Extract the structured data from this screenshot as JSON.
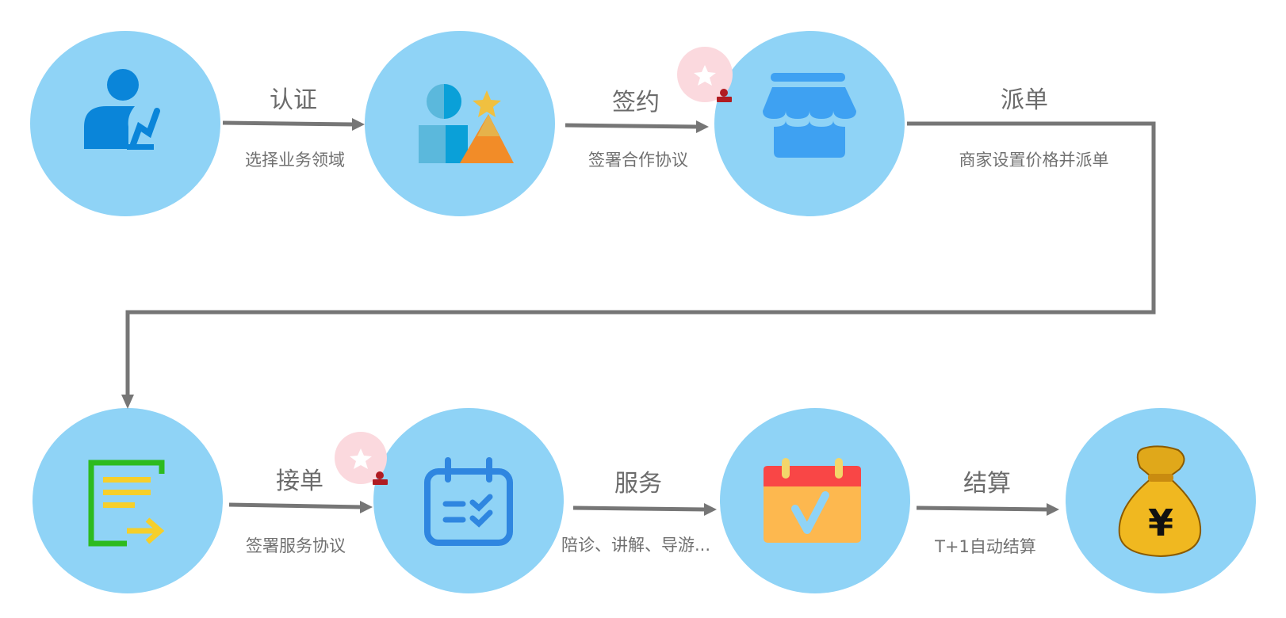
{
  "colors": {
    "circle": "#8fd3f6",
    "arrow": "#767676",
    "text": "#6b6b6b",
    "badge": "#fbd9de",
    "stamp": "#b01c22"
  },
  "steps": [
    {
      "icon": "user-certify-icon"
    },
    {
      "icon": "business-domain-icon"
    },
    {
      "icon": "store-icon"
    },
    {
      "icon": "order-list-icon"
    },
    {
      "icon": "calendar-task-icon"
    },
    {
      "icon": "calendar-check-icon"
    },
    {
      "icon": "money-bag-icon"
    }
  ],
  "transitions": [
    {
      "label": "认证",
      "sub": "选择业务领域"
    },
    {
      "label": "签约",
      "sub": "签署合作协议"
    },
    {
      "label": "派单",
      "sub": "商家设置价格并派单"
    },
    {
      "label": "接单",
      "sub": "签署服务协议"
    },
    {
      "label": "服务",
      "sub": "陪诊、讲解、导游..."
    },
    {
      "label": "结算",
      "sub": "T+1自动结算"
    }
  ],
  "money_symbol": "¥"
}
